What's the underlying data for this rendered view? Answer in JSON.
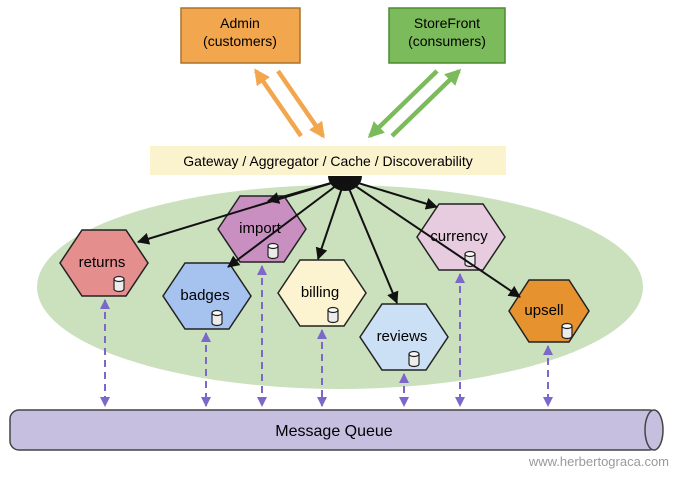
{
  "page": {
    "watermark": "www.herbertograca.com"
  },
  "clients": {
    "admin": {
      "title": "Admin",
      "subtitle": "(customers)",
      "fill": "#F2A64E",
      "border": "#A9742C"
    },
    "storefront": {
      "title": "StoreFront",
      "subtitle": "(consumers)",
      "fill": "#7CBB5B",
      "border": "#4C8A33"
    }
  },
  "gateway": {
    "label": "Gateway / Aggregator / Cache / Discoverability",
    "fill": "#FBF2CE"
  },
  "platform": {
    "fill": "#CBE0BD"
  },
  "services": [
    {
      "name": "returns",
      "fill": "#E58E8E"
    },
    {
      "name": "import",
      "fill": "#C88FC0"
    },
    {
      "name": "badges",
      "fill": "#A6C3EF"
    },
    {
      "name": "billing",
      "fill": "#FCF3D0"
    },
    {
      "name": "reviews",
      "fill": "#CCE0F5"
    },
    {
      "name": "currency",
      "fill": "#E7CCE0"
    },
    {
      "name": "upsell",
      "fill": "#E6922F"
    }
  ],
  "queue": {
    "label": "Message Queue",
    "fill": "#C7BFE0"
  },
  "colors": {
    "sync_arrow": "#111111",
    "async_arrow": "#7B68C8"
  }
}
